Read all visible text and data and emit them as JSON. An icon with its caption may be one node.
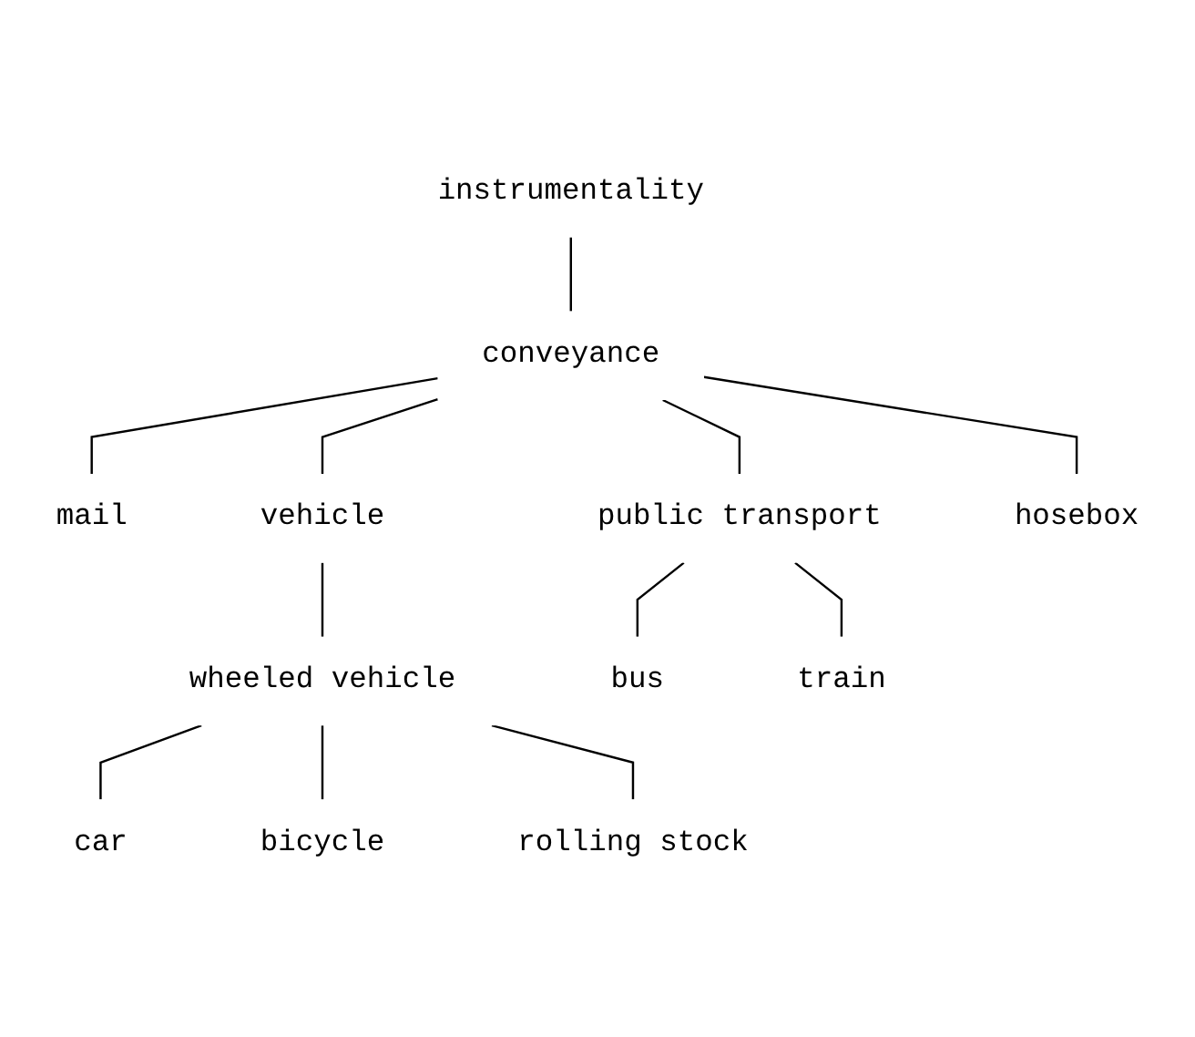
{
  "diagram": {
    "nodes": [
      {
        "text": [
          "instrumentality"
        ]
      },
      {
        "text": [
          "conveyance"
        ]
      },
      {
        "text": [
          "mail"
        ]
      },
      {
        "text": [
          "vehicle"
        ]
      },
      {
        "text": [
          "public transport"
        ]
      },
      {
        "text": [
          "hosebox"
        ]
      },
      {
        "text": [
          "wheeled vehicle"
        ]
      },
      {
        "text": [
          "bus"
        ]
      },
      {
        "text": [
          "train"
        ]
      },
      {
        "text": [
          "car"
        ]
      },
      {
        "text": [
          "bicycle"
        ]
      },
      {
        "text": [
          "rolling stock"
        ]
      }
    ],
    "edges": [
      {
        "from": 0,
        "to": 1,
        "arrow": "none"
      },
      {
        "from": 1,
        "to": 2,
        "arrow": "none"
      },
      {
        "from": 1,
        "to": 5,
        "arrow": "none"
      },
      {
        "from": 1,
        "to": 3,
        "arrow": "none"
      },
      {
        "from": 1,
        "to": 4,
        "arrow": "none"
      },
      {
        "from": 3,
        "to": 6,
        "arrow": "none"
      },
      {
        "from": 4,
        "to": 7,
        "arrow": "none"
      },
      {
        "from": 4,
        "to": 8,
        "arrow": "none"
      },
      {
        "from": 6,
        "to": 9,
        "arrow": "none"
      },
      {
        "from": 6,
        "to": 10,
        "arrow": "none"
      },
      {
        "from": 6,
        "to": 11,
        "arrow": "none"
      }
    ]
  }
}
